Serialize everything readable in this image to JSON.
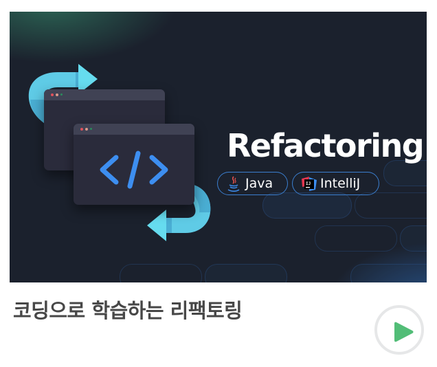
{
  "course_card": {
    "thumbnail": {
      "headline": "Refactoring",
      "tags": [
        {
          "label": "Java",
          "icon": "java-icon"
        },
        {
          "label": "IntelliJ",
          "icon": "intellij-icon"
        }
      ],
      "code_symbol": "</>",
      "colors": {
        "background": "#1b212d",
        "arrow": "#66d8ee",
        "code_symbol": "#3d8ef0",
        "tag_border": "#3b7fd0",
        "window": "#2a2b3b",
        "window_bar": "#404254"
      }
    },
    "title": "코딩으로 학습하는 리팩토링",
    "play_button": {
      "icon": "play-icon",
      "color": "#52bd77"
    }
  }
}
